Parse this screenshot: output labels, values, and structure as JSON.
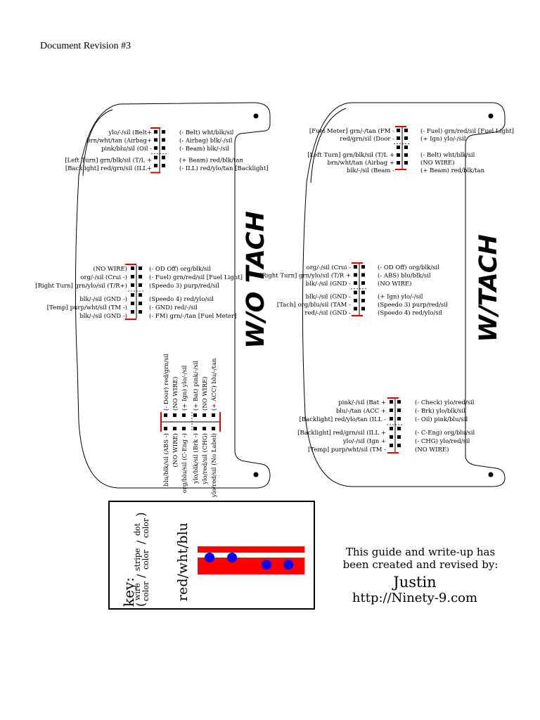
{
  "header": {
    "revision": "Document Revision #3"
  },
  "panel_left": {
    "title": "W/O TACH",
    "conn_top": {
      "left": [
        "ylo/-/sil (Belt+",
        "brn/wht/tan (Airbag+",
        "pink/blu/sil (Oil -",
        "[Left Turn] grn/blk/sil (T/L +",
        "[Backlight] red/grn/sil (ILL+"
      ],
      "right": [
        "(- Belt) wht/blk/sil",
        "(- Airbag) blk/-/sil",
        "(- Beam) blk/-/sil",
        "(+ Beam) red/blk/tan",
        "(- ILL) red/ylo/tan [Backlight]"
      ]
    },
    "conn_mid": {
      "left": [
        "(NO WIRE)",
        "org/-/sil (Crui -)",
        "[Right Turn] grn/ylo/sil (T/R+)",
        "blk/-/sil (GND -)",
        "[Temp] purp/wht/sil (TM -)",
        "blk/-/sil (GND -)"
      ],
      "right": [
        "(- OD Off) org/blk/sil",
        "(- Fuel) grn/red/sil [Fuel Light]",
        "(Speedo 3) purp/red/sil",
        "(Speedo 4) red/ylo/sil",
        "(- GND) red/-/sil",
        "(- FM) grn/-/tan [Fuel Meter]"
      ]
    },
    "conn_bottom": {
      "top": [
        "(- Door) red/grn/sil",
        "(NO WIRE)",
        "(+ Ign) ylo/-/sil",
        "(+ Bat) pink/-/sil",
        "(NO WIRE)",
        "(+ ACC) blu/-/tan"
      ],
      "bottom": [
        "blu/blk/sil (ABS -)",
        "(NO WIRE)",
        "org/blu/sil (C-Eng -)",
        "ylo/blk/sil (Brk -)",
        "ylo/red/sil (CHG)",
        "ylo/red/sil (No Label)"
      ]
    }
  },
  "panel_right": {
    "title": "W/TACH",
    "conn_top": {
      "left": [
        "[Fuel Meter] grn/-/tan (FM -",
        "red/grn/sil (Door -",
        "[Left Turn] grn/blk/sil (T/L +",
        "brn/wht/tan (Airbag +",
        "blk/-/sil (Beam -"
      ],
      "right": [
        "(- Fuel) grn/red/sil [Fuel Light]",
        "(+ Ign) ylo/-/sil",
        "(- Belt) wht/blk/sil",
        "(NO WIRE)",
        "(+ Beam) red/blk/tan"
      ]
    },
    "conn_mid": {
      "left": [
        "org/-/sil (Crui -",
        "[Right Turn] grn/ylo/sil (T/R +",
        "blk/-/sil (GND -",
        "blk/-/sil (GND -",
        "[Tach] org/blu/sil (TAM -",
        "red/-/sil (GND -"
      ],
      "right": [
        "(- OD Off) org/blk/sil",
        "(- ABS) blu/blk/sil",
        "(NO WIRE)",
        "(+ Ign) ylo/-/sil",
        "(Speedo 3) purp/red/sil",
        "(Speedo 4) red/ylo/sil"
      ]
    },
    "conn_bottom": {
      "left": [
        "pink/-/sil (Bat +",
        "blu/-/tan (ACC +",
        "[Backlight] red/ylo/tan (ILL -",
        "[Backlight] red/grn/sil (ILL +",
        "ylo/-/sil (Ign +",
        "[Temp] purp/wht/sil (TM -"
      ],
      "right": [
        "(- Check) ylo/red/sil",
        "(- Brk) ylo/blk/sil",
        "(- Oil) pink/blu/sil",
        "(- C-Eng) org/blu/sil",
        "(- CHG) ylo/red/sil",
        "(NO WIRE)"
      ]
    }
  },
  "key": {
    "title": "key:",
    "legend_parts": [
      "(",
      "wire",
      "/",
      "stripe",
      "/",
      "dot",
      ")"
    ],
    "legend_sub": [
      "color",
      "color",
      "color"
    ],
    "example": "red/wht/blu",
    "colors": {
      "wire": "#ff0000",
      "stripe": "#ffffff",
      "dot": "#0000ff"
    }
  },
  "credits": {
    "line1": "This guide and write-up has",
    "line2": "been created and revised by:",
    "author": "Justin",
    "url": "http://Ninety-9.com"
  }
}
